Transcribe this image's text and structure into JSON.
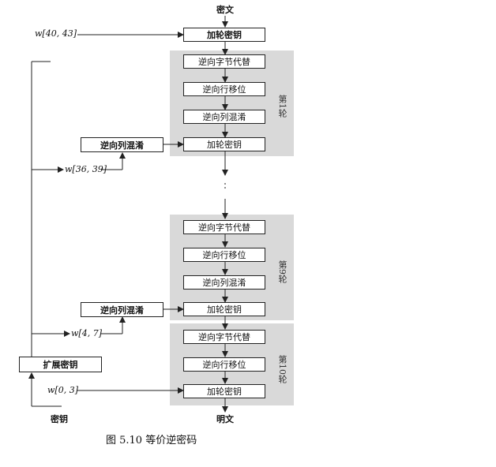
{
  "header_fragment": "",
  "ciphertext_label": "密文",
  "plaintext_label": "明文",
  "key_label": "密钥",
  "key_expansion_label": "扩展密钥",
  "keys": {
    "top": "w[40, 43]",
    "mid": "w[36, 39]",
    "lower": "w[4, 7]",
    "bottom": "w[0, 3]"
  },
  "round_labels": {
    "first": "第1轮",
    "ninth": "第9轮",
    "tenth": "第10轮"
  },
  "steps": {
    "add_round_key": "加轮密钥",
    "inv_sub_bytes": "逆向字节代替",
    "inv_shift_rows": "逆向行移位",
    "inv_mix_columns": "逆向列混淆"
  },
  "caption": "图 5.10    等价逆密码"
}
